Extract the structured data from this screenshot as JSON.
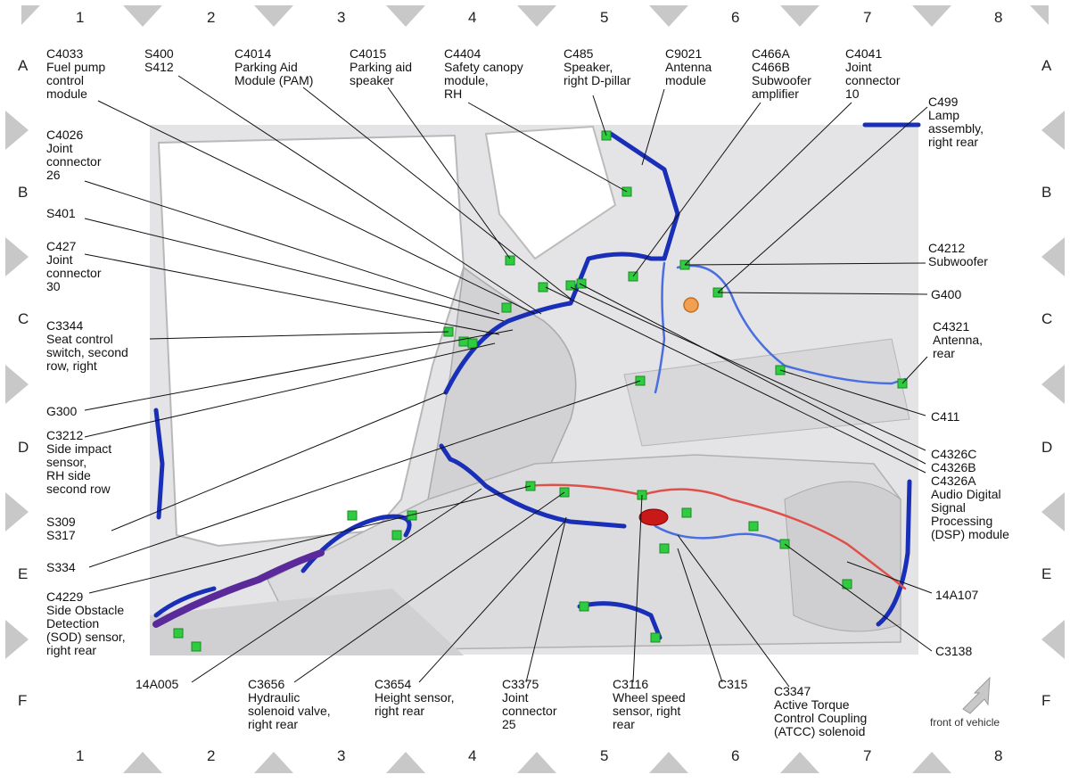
{
  "grid": {
    "columns": [
      "1",
      "2",
      "3",
      "4",
      "5",
      "6",
      "7",
      "8"
    ],
    "rows": [
      "A",
      "B",
      "C",
      "D",
      "E",
      "F"
    ]
  },
  "callouts": {
    "c4033": "C4033\nFuel pump\ncontrol\nmodule",
    "s400": "S400\nS412",
    "c4014": "C4014\nParking Aid\nModule (PAM)",
    "c4015": "C4015\nParking aid\nspeaker",
    "c4404": "C4404\nSafety canopy\nmodule,\nRH",
    "c485": "C485\nSpeaker,\nright D-pillar",
    "c9021": "C9021\nAntenna\nmodule",
    "c466": "C466A\nC466B\nSubwoofer\namplifier",
    "c4041": "C4041\nJoint\nconnector\n10",
    "c499": "C499\nLamp\nassembly,\nright rear",
    "c4026": "C4026\nJoint\nconnector\n26",
    "s401": "S401",
    "c427": "C427\nJoint\nconnector\n30",
    "c4212": "C4212\nSubwoofer",
    "g400": "G400",
    "c3344": "C3344\nSeat control\nswitch, second\nrow, right",
    "c4321": "C4321\nAntenna,\nrear",
    "g300": "G300",
    "c411": "C411",
    "c3212": "C3212\nSide impact\nsensor,\nRH side\nsecond row",
    "c4326": "C4326C\nC4326B\nC4326A\nAudio Digital\nSignal\nProcessing\n(DSP) module",
    "s309": "S309\nS317",
    "s334": "S334",
    "c4229": "C4229\nSide Obstacle\nDetection\n(SOD) sensor,\nright rear",
    "w14a107": "14A107",
    "c3138": "C3138",
    "w14a005": "14A005",
    "c3656": "C3656\nHydraulic\nsolenoid valve,\nright rear",
    "c3654": "C3654\nHeight sensor,\nright rear",
    "c3375": "C3375\nJoint\nconnector\n25",
    "c3116": "C3116\nWheel speed\nsensor, right\nrear",
    "c315": "C315",
    "c3347": "C3347\nActive Torque\nControl Coupling\n(ATCC) solenoid"
  },
  "front_label": "front of vehicle",
  "colors": {
    "harness_blue": "#1a2fb8",
    "harness_light_blue": "#4a6ee0",
    "harness_red": "#e0504a",
    "harness_purple": "#5a2a9a",
    "connector_green": "#2ecc40",
    "body_gray": "#d8d8d8",
    "grid_triangle": "#c8c8c8"
  }
}
